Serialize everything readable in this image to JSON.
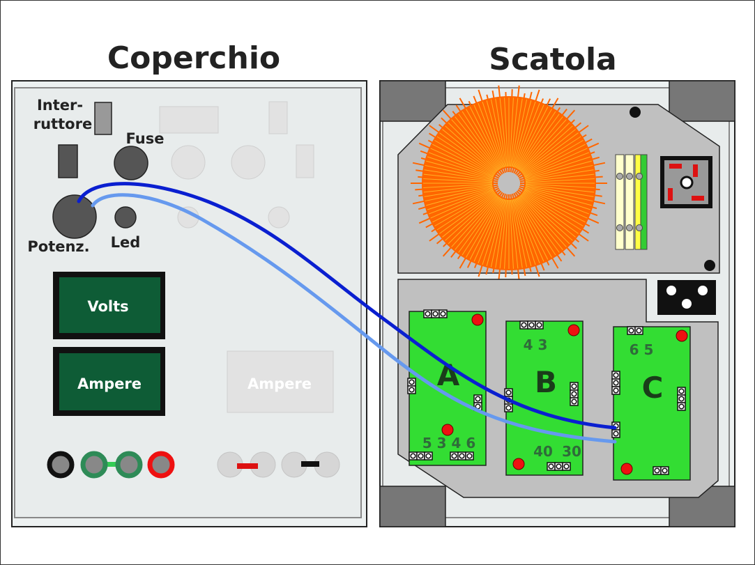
{
  "titles": {
    "lid": "Coperchio",
    "box": "Scatola"
  },
  "lid_labels": {
    "switch_line1": "Inter-",
    "switch_line2": "ruttore",
    "fuse": "Fuse",
    "pot": "Potenz.",
    "led": "Led"
  },
  "meters": {
    "volts": "Volts",
    "ampere": "Ampere",
    "ampere_ghost": "Ampere"
  },
  "boards": {
    "a": {
      "label": "A",
      "pins_bottom": "5 3 4 6"
    },
    "b": {
      "label": "B",
      "pins_top": "4 3",
      "pins_bottom_left": "40",
      "pins_bottom_right": "30"
    },
    "c": {
      "label": "C",
      "pins_top": "6 5"
    }
  },
  "colors": {
    "outline": "#222222",
    "panel_bg": "#edf1f1",
    "lid_inner": "#e6eaea",
    "plate": "#c0c0c0",
    "corner": "#777777",
    "meter_green": "#0e5c36",
    "board_green": "#33dd33",
    "toroid_orange": "#ff6600",
    "wire_dark": "#0a1fd0",
    "wire_light": "#6699ee"
  }
}
